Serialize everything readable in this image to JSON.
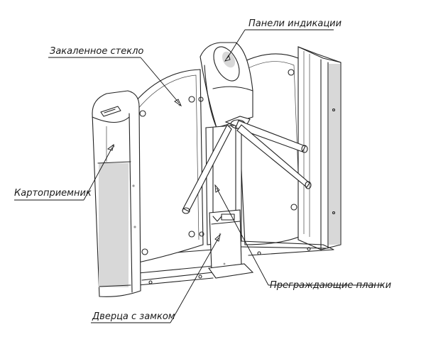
{
  "labels": {
    "indicator_panels": "Панели индикации",
    "tempered_glass": "Закаленное стекло",
    "card_collector": "Картоприемник",
    "barrier_arms": "Преграждающие планки",
    "locked_door": "Дверца с замком"
  }
}
